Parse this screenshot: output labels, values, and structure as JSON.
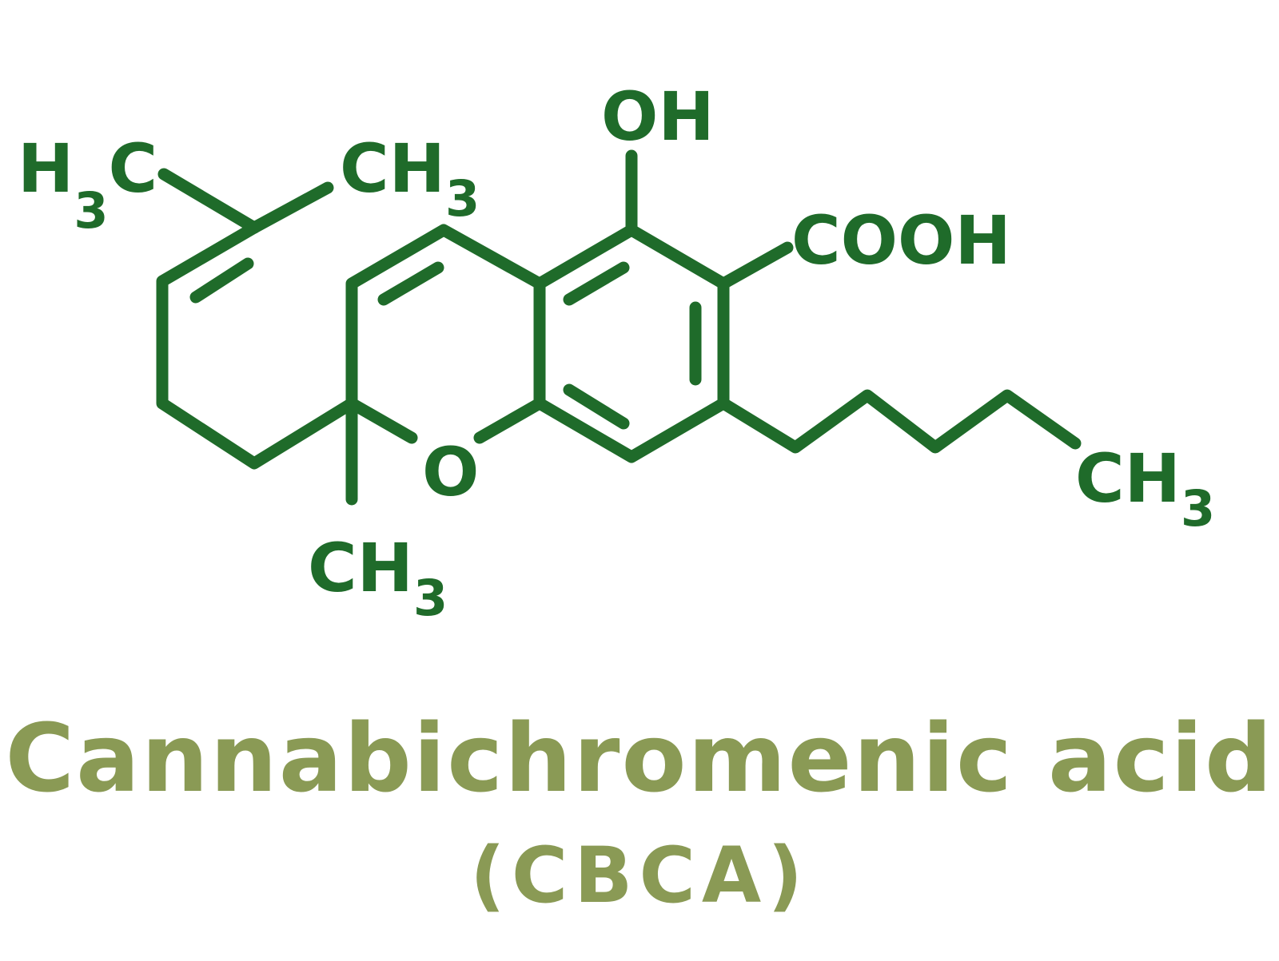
{
  "colors": {
    "structure": "#1f6b2a",
    "title": "#8a9a55",
    "background": "#ffffff"
  },
  "molecule": {
    "name": "Cannabichromenic acid",
    "abbreviation": "(CBCA)",
    "labels": {
      "h3c_left": {
        "main": "H",
        "sub": "3",
        "tail": "C"
      },
      "ch3_top": {
        "main": "CH",
        "sub": "3"
      },
      "oh": "OH",
      "cooh": "COOH",
      "o_ring": "O",
      "ch3_bottom": {
        "main": "CH",
        "sub": "3"
      },
      "ch3_chain": {
        "main": "CH",
        "sub": "3"
      }
    }
  }
}
